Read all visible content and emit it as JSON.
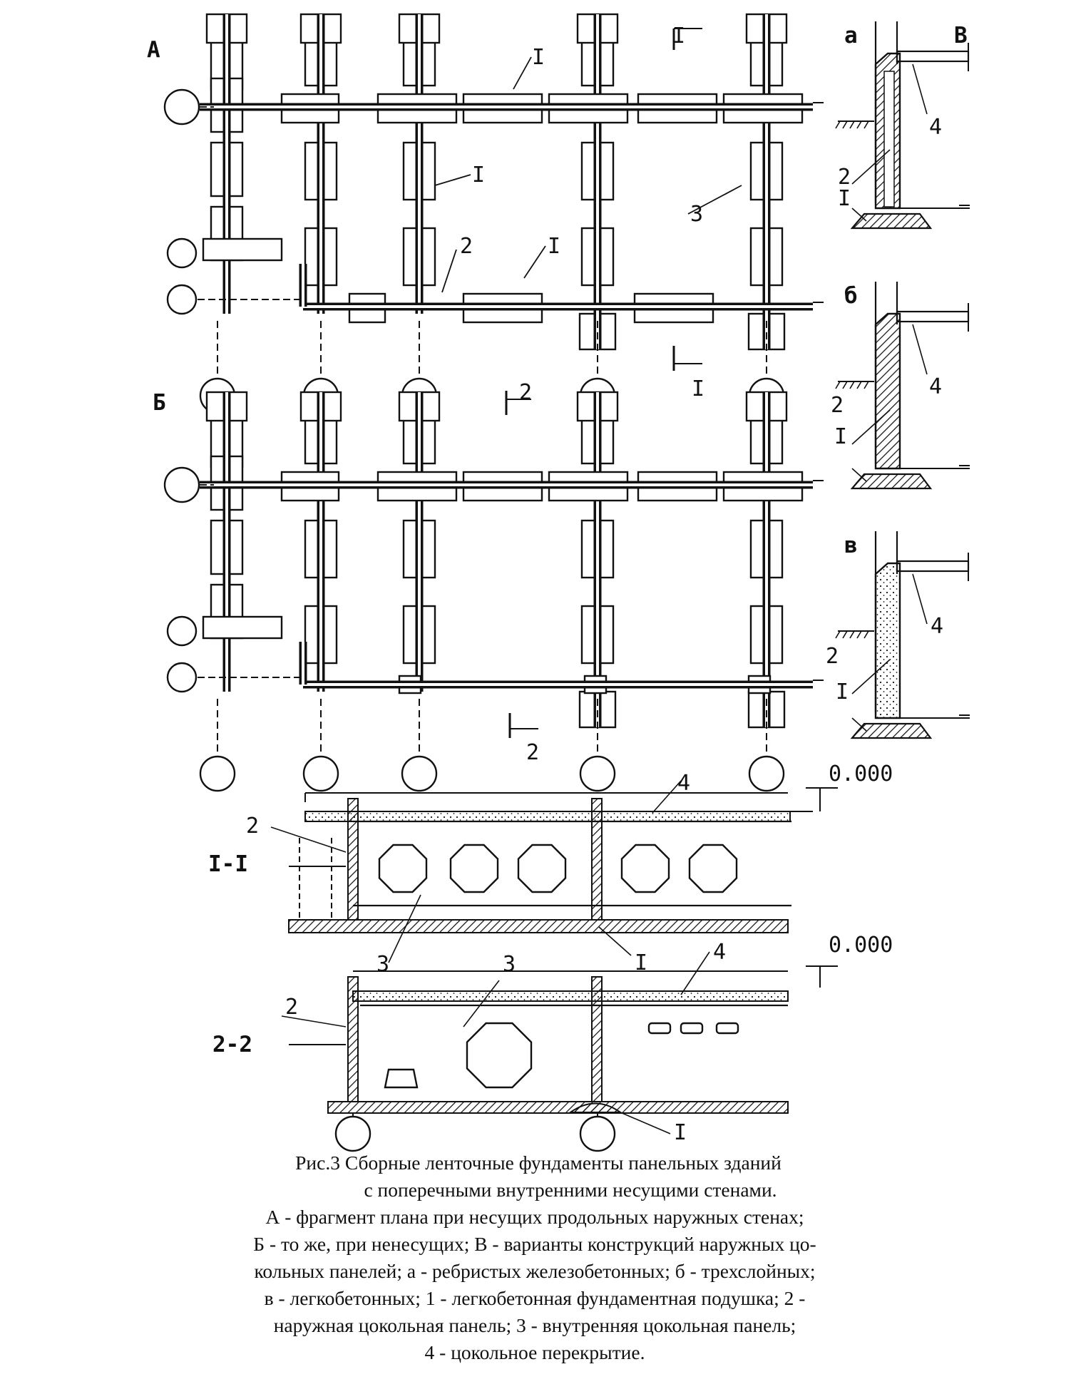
{
  "labels": {
    "plan_a": "А",
    "plan_b": "Б",
    "variants": "В",
    "variant_a": "а",
    "variant_b": "б",
    "variant_v": "в",
    "section_1": "I-I",
    "section_2": "2-2",
    "level_1": "0.000",
    "level_2": "0.000",
    "cut_1": "I",
    "cut_2": "2",
    "item_1": "I",
    "item_2": "2",
    "item_3": "3",
    "item_4": "4"
  },
  "caption": {
    "line1": "Рис.3 Сборные ленточные фундаменты панельных зданий",
    "line2": "с поперечными внутренними несущими стенами.",
    "line3": "А - фрагмент плана при несущих продольных наружных стенах;",
    "line4": "Б - то же, при ненесущих; В - варианты конструкций наружных цо-",
    "line5": "кольных панелей; а - ребристых железобетонных; б - трехслойных;",
    "line6": "в - легкобетонных; 1 - легкобетонная фундаментная подушка; 2 -",
    "line7": "наружная цокольная панель; 3 - внутренняя цокольная панель;",
    "line8": "4 - цокольное перекрытие."
  }
}
